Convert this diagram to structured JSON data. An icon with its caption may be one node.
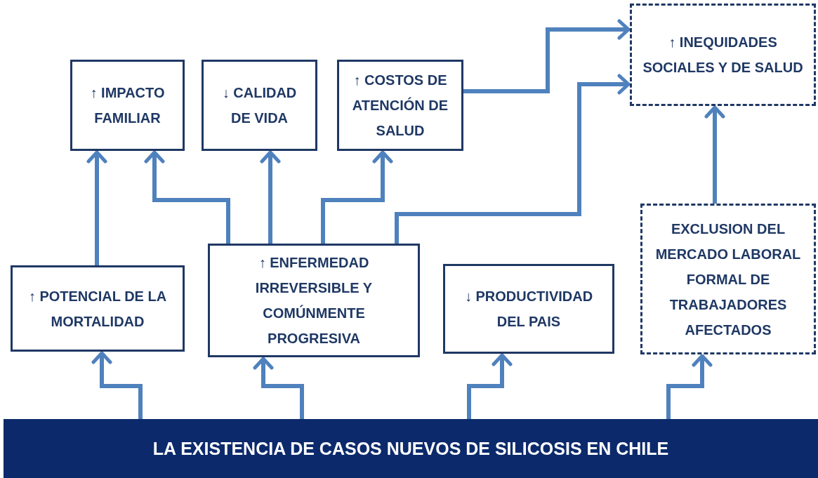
{
  "diagram": {
    "nodes": [
      {
        "text": [
          "↑ IMPACTO FAMILIAR"
        ]
      },
      {
        "text": [
          "↓ CALIDAD DE VIDA"
        ]
      },
      {
        "text": [
          "↑ COSTOS DE ATENCIÓN DE SALUD"
        ]
      },
      {
        "text": [
          "↑ INEQUIDADES SOCIALES Y DE SALUD"
        ]
      },
      {
        "text": [
          "↑ POTENCIAL DE LA MORTALIDAD"
        ]
      },
      {
        "text": [
          "↑ ENFERMEDAD IRREVERSIBLE Y COMÚNMENTE PROGRESIVA"
        ]
      },
      {
        "text": [
          "↓ PRODUCTIVIDAD DEL PAIS"
        ]
      },
      {
        "text": [
          "EXCLUSION DEL MERCADO LABORAL FORMAL DE TRABAJADORES AFECTADOS"
        ]
      },
      {
        "text": [
          "LA EXISTENCIA DE CASOS NUEVOS DE SILICOSIS EN CHILE"
        ]
      }
    ],
    "edges": [
      {
        "from": 8,
        "to": 4,
        "arrow": "to"
      },
      {
        "from": 8,
        "to": 5,
        "arrow": "to"
      },
      {
        "from": 8,
        "to": 6,
        "arrow": "to"
      },
      {
        "from": 8,
        "to": 7,
        "arrow": "to"
      },
      {
        "from": 4,
        "to": 0,
        "arrow": "to"
      },
      {
        "from": 5,
        "to": 0,
        "arrow": "to"
      },
      {
        "from": 5,
        "to": 1,
        "arrow": "to"
      },
      {
        "from": 5,
        "to": 2,
        "arrow": "to"
      },
      {
        "from": 5,
        "to": 3,
        "arrow": "to"
      },
      {
        "from": 2,
        "to": 3,
        "arrow": "to"
      },
      {
        "from": 7,
        "to": 3,
        "arrow": "to"
      }
    ]
  }
}
